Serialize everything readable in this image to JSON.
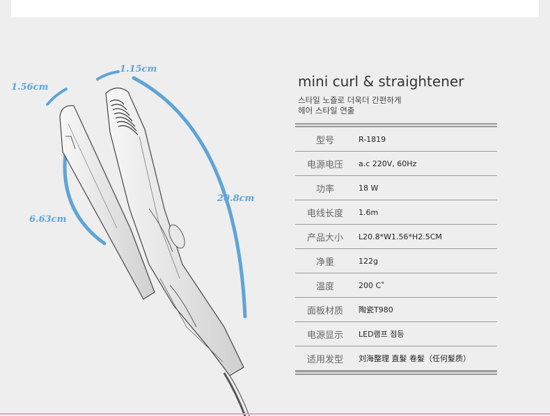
{
  "header": {
    "title": "mini curl & straightener",
    "subtitle_line1": "스타일 노즐로 더욱더 간편하게",
    "subtitle_line2": "헤어 스타일 연출"
  },
  "dimensions": {
    "left_width": "1.56cm",
    "top_width": "1.15cm",
    "length": "20.8cm",
    "plate_length": "6.63cm"
  },
  "specs": [
    {
      "label": "型号",
      "value": "R-1819"
    },
    {
      "label": "电源电压",
      "value": "a.c 220V, 60Hz"
    },
    {
      "label": "功率",
      "value": "18 W"
    },
    {
      "label": "电线长度",
      "value": "1.6m"
    },
    {
      "label": "产品大小",
      "value": "L20.8*W1.56*H2.5CM"
    },
    {
      "label": "净重",
      "value": "122g"
    },
    {
      "label": "温度",
      "value": "200 C˚"
    },
    {
      "label": "面板材质",
      "value": "陶瓷T980"
    },
    {
      "label": "电源显示",
      "value": "LED램프 점등"
    },
    {
      "label": "适用发型",
      "value": "刘海整理  直髮 卷髮（任何髮质）"
    }
  ],
  "colors": {
    "background": "#eeeeee",
    "dimension_accent": "#5ea4d8",
    "bottom_accent": "#d7a9c8"
  }
}
